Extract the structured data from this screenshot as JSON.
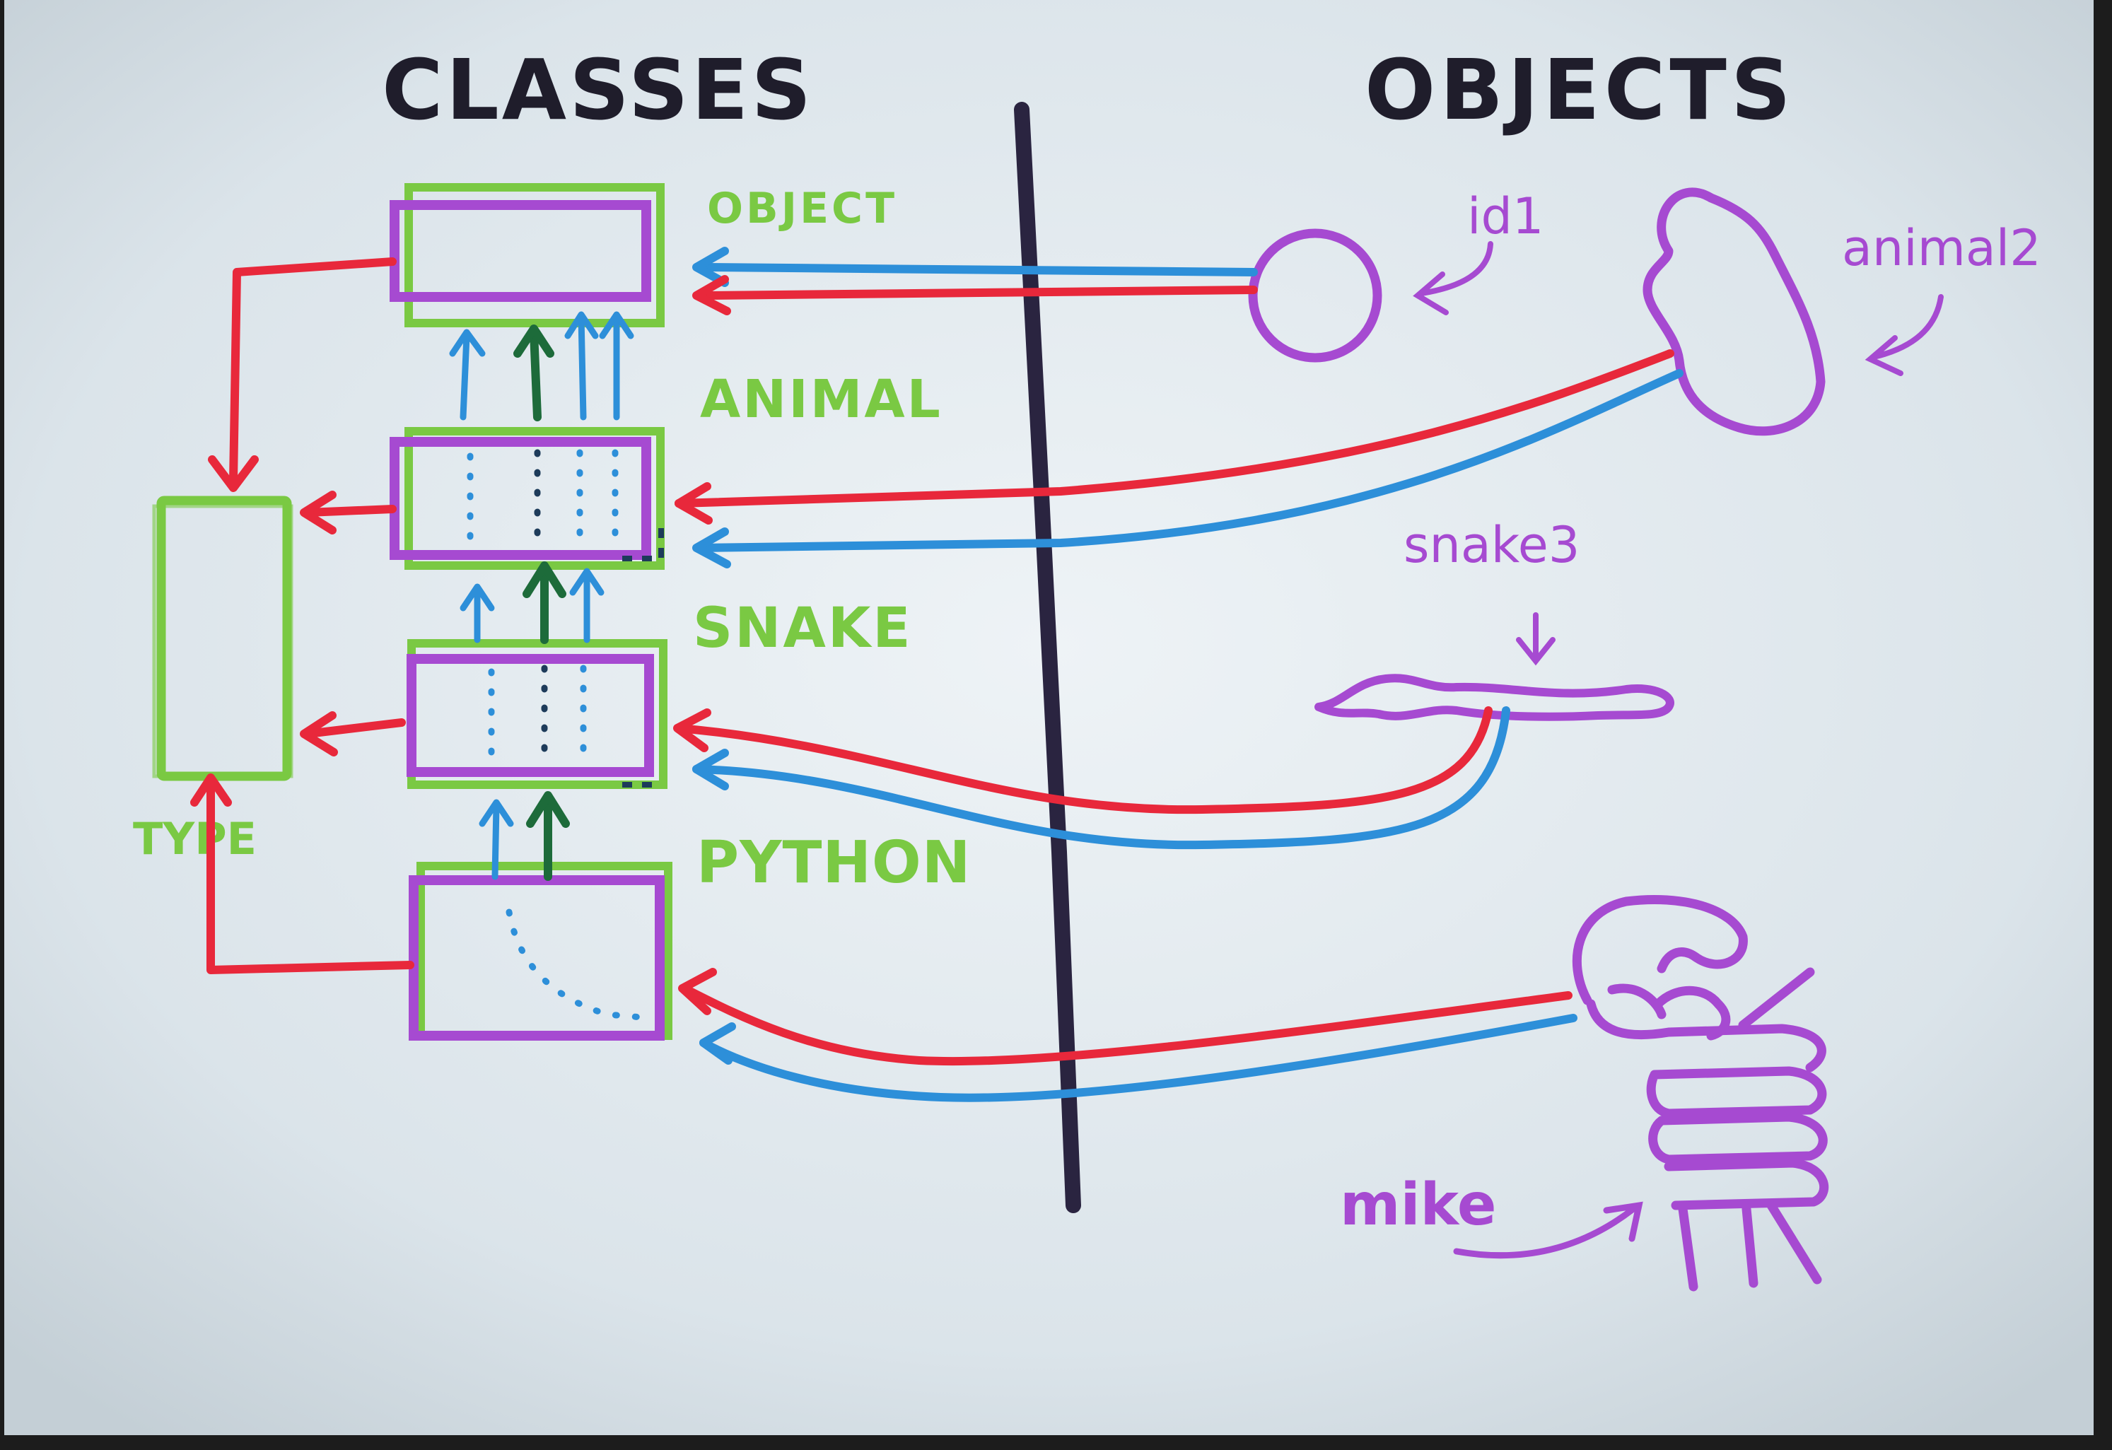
{
  "headings": {
    "classes": "CLASSES",
    "objects": "OBJECTS"
  },
  "classes": [
    {
      "key": "object",
      "label": "OBJECT"
    },
    {
      "key": "animal",
      "label": "ANIMAL"
    },
    {
      "key": "snake",
      "label": "SNAKE"
    },
    {
      "key": "python",
      "label": "PYTHON"
    }
  ],
  "metaclass": {
    "label": "TYPE"
  },
  "objects": [
    {
      "key": "id1",
      "label": "id1",
      "depiction": "circle"
    },
    {
      "key": "animal2",
      "label": "animal2",
      "depiction": "blob"
    },
    {
      "key": "snake3",
      "label": "snake3",
      "depiction": "snake"
    },
    {
      "key": "mike",
      "label": "mike",
      "depiction": "coiled-python"
    }
  ],
  "colors": {
    "paper": "#dde6ec",
    "ink": "#1f1d2b",
    "class_outline": "#7ac943",
    "object_outline": "#a64ad1",
    "type_link": "#e8283b",
    "class_link": "#2d8fd9",
    "inheritance": "#1d6b3a"
  }
}
